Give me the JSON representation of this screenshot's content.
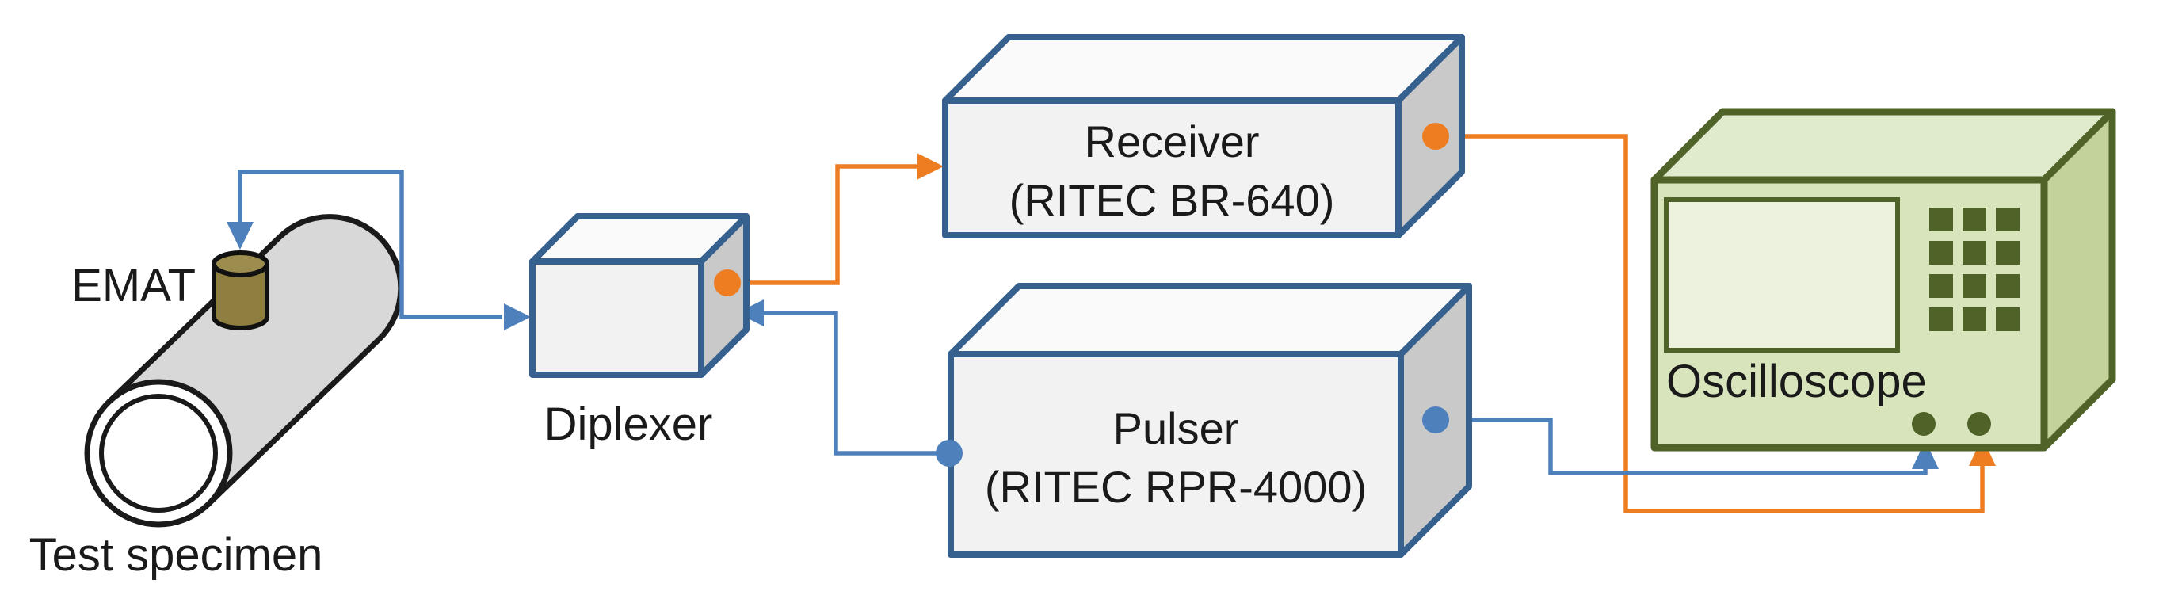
{
  "diagram": {
    "description": "EMAT ultrasonic measurement setup block diagram"
  },
  "labels": {
    "emat": "EMAT",
    "test_specimen": "Test specimen",
    "diplexer": "Diplexer",
    "receiver_line1": "Receiver",
    "receiver_line2": "(RITEC BR-640)",
    "pulser_line1": "Pulser",
    "pulser_line2": "(RITEC RPR-4000)",
    "oscilloscope": "Oscilloscope"
  },
  "colors": {
    "wire_blue": "#4E80BC",
    "wire_orange": "#EE7D22",
    "box_border_blue": "#36618E",
    "box_fill_front": "#F2F2F2",
    "box_fill_top": "#FAFAFA",
    "box_fill_side": "#C9C9C9",
    "scope_border": "#4F6228",
    "scope_front": "#D7E4BC",
    "scope_top": "#E0EACC",
    "scope_side": "#C3D29B",
    "scope_screen": "#EDF2DF",
    "emat_body": "#8E7F40",
    "emat_top": "#9C8D4F",
    "pipe_fill": "#D8D8D8",
    "pipe_outline": "#1A1A1A",
    "text": "#1A1A1A"
  },
  "connections": [
    {
      "from": "EMAT",
      "to": "Diplexer",
      "color": "blue",
      "arrows": "both-ends"
    },
    {
      "from": "Diplexer",
      "to": "Receiver (RITEC BR-640)",
      "color": "orange",
      "arrows": "into-receiver"
    },
    {
      "from": "Pulser (RITEC RPR-4000)",
      "to": "Diplexer",
      "color": "blue",
      "arrows": "into-diplexer"
    },
    {
      "from": "Receiver (RITEC BR-640)",
      "to": "Oscilloscope",
      "color": "orange",
      "arrows": "into-oscilloscope"
    },
    {
      "from": "Pulser (RITEC RPR-4000)",
      "to": "Oscilloscope",
      "color": "blue",
      "arrows": "into-oscilloscope"
    }
  ]
}
